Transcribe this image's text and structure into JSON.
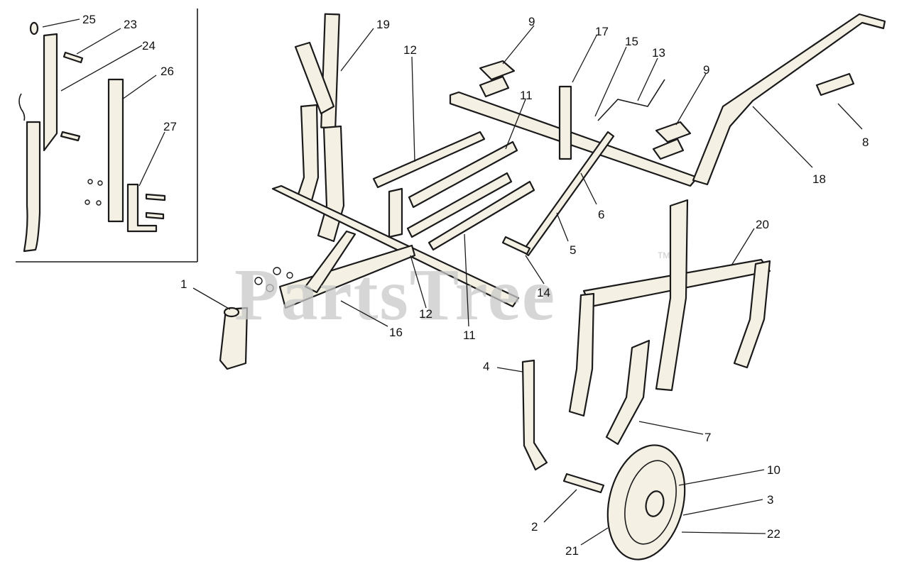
{
  "watermark": {
    "text": "PartsTree",
    "mark": "TM"
  },
  "callouts": [
    {
      "id": "c1",
      "label": "1"
    },
    {
      "id": "c2",
      "label": "2"
    },
    {
      "id": "c3",
      "label": "3"
    },
    {
      "id": "c4",
      "label": "4"
    },
    {
      "id": "c5",
      "label": "5"
    },
    {
      "id": "c6",
      "label": "6"
    },
    {
      "id": "c7",
      "label": "7"
    },
    {
      "id": "c8",
      "label": "8"
    },
    {
      "id": "c9a",
      "label": "9"
    },
    {
      "id": "c9b",
      "label": "9"
    },
    {
      "id": "c10",
      "label": "10"
    },
    {
      "id": "c11a",
      "label": "11"
    },
    {
      "id": "c11b",
      "label": "11"
    },
    {
      "id": "c12a",
      "label": "12"
    },
    {
      "id": "c12b",
      "label": "12"
    },
    {
      "id": "c13",
      "label": "13"
    },
    {
      "id": "c14",
      "label": "14"
    },
    {
      "id": "c15",
      "label": "15"
    },
    {
      "id": "c16",
      "label": "16"
    },
    {
      "id": "c17",
      "label": "17"
    },
    {
      "id": "c18",
      "label": "18"
    },
    {
      "id": "c19",
      "label": "19"
    },
    {
      "id": "c20",
      "label": "20"
    },
    {
      "id": "c21",
      "label": "21"
    },
    {
      "id": "c22",
      "label": "22"
    },
    {
      "id": "c23",
      "label": "23"
    },
    {
      "id": "c24",
      "label": "24"
    },
    {
      "id": "c25",
      "label": "25"
    },
    {
      "id": "c26",
      "label": "26"
    },
    {
      "id": "c27",
      "label": "27"
    }
  ]
}
